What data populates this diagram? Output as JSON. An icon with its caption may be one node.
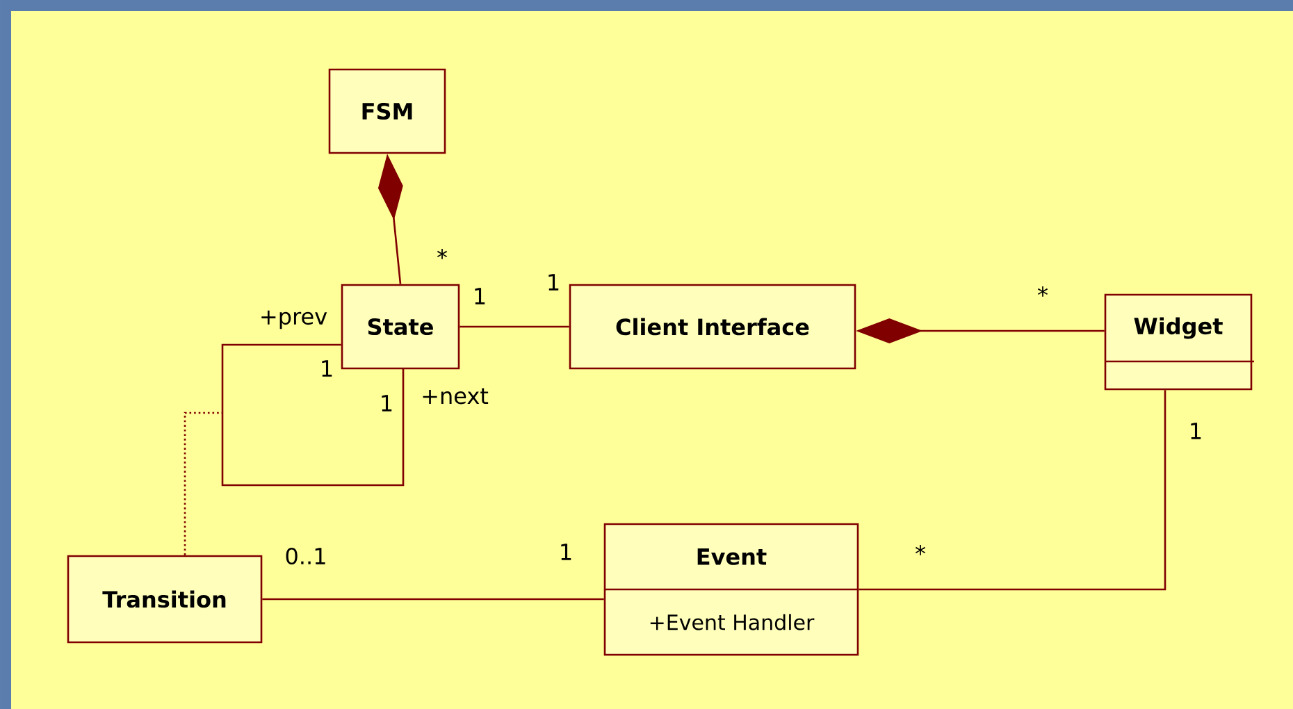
{
  "diagram": {
    "nodes": [
      {
        "text": [
          "FSM"
        ]
      },
      {
        "text": [
          "State"
        ]
      },
      {
        "text": [
          "Client Interface"
        ]
      },
      {
        "text": [
          "Widget"
        ]
      },
      {
        "text": [
          "Transition"
        ]
      },
      {
        "text": [
          "Event",
          "+Event Handler"
        ]
      }
    ],
    "edges": [
      {
        "from": 1,
        "to": 0,
        "arrow": "other"
      },
      {
        "from": 1,
        "to": 2,
        "arrow": "none"
      },
      {
        "from": 3,
        "to": 2,
        "arrow": "other"
      },
      {
        "from": 1,
        "to": 1,
        "arrow": "none"
      },
      {
        "from": 4,
        "to": null,
        "arrow": "none",
        "style": "dashed"
      },
      {
        "from": 4,
        "to": 5,
        "arrow": "none"
      },
      {
        "from": 5,
        "to": 3,
        "arrow": "none"
      }
    ],
    "labels": [
      "*",
      "1",
      "1",
      "*",
      "+prev",
      "1",
      "1",
      "+next",
      "1",
      "0..1",
      "1",
      "*"
    ]
  }
}
